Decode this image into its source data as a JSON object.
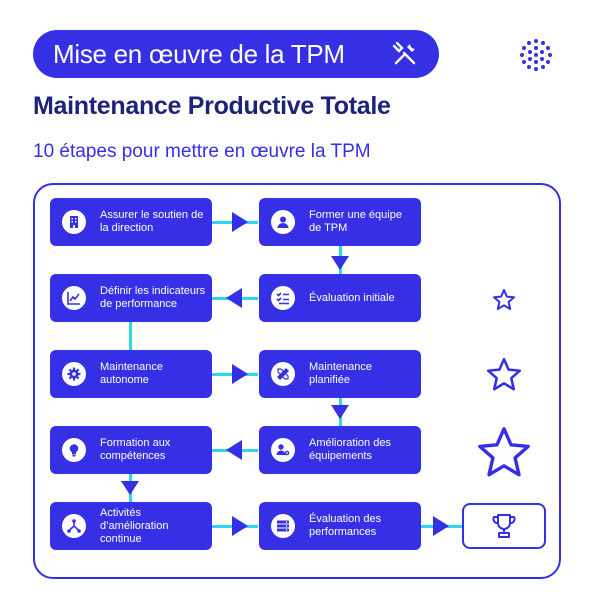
{
  "header": {
    "pill_title": "Mise en œuvre de la TPM",
    "title": "Maintenance Productive Totale",
    "subtitle": "10 étapes pour mettre en œuvre la TPM"
  },
  "steps": [
    {
      "label": "Assurer le soutien de la direction",
      "icon": "building-icon"
    },
    {
      "label": "Former une équipe de TPM",
      "icon": "user-icon"
    },
    {
      "label": "Évaluation initiale",
      "icon": "checklist-icon"
    },
    {
      "label": "Définir les indicateurs de performance",
      "icon": "chart-icon"
    },
    {
      "label": "Maintenance autonome",
      "icon": "gear-icon"
    },
    {
      "label": "Maintenance planifiée",
      "icon": "pencil-ruler-icon"
    },
    {
      "label": "Amélioration des équipements",
      "icon": "user-gear-icon"
    },
    {
      "label": "Formation aux compétences",
      "icon": "lightbulb-icon"
    },
    {
      "label": "Activités d’amélioration continue",
      "icon": "network-icon"
    },
    {
      "label": "Évaluation des performances",
      "icon": "server-icon"
    }
  ],
  "colors": {
    "primary": "#3530e6",
    "connector": "#2fd6ee",
    "dark": "#1e2377"
  }
}
